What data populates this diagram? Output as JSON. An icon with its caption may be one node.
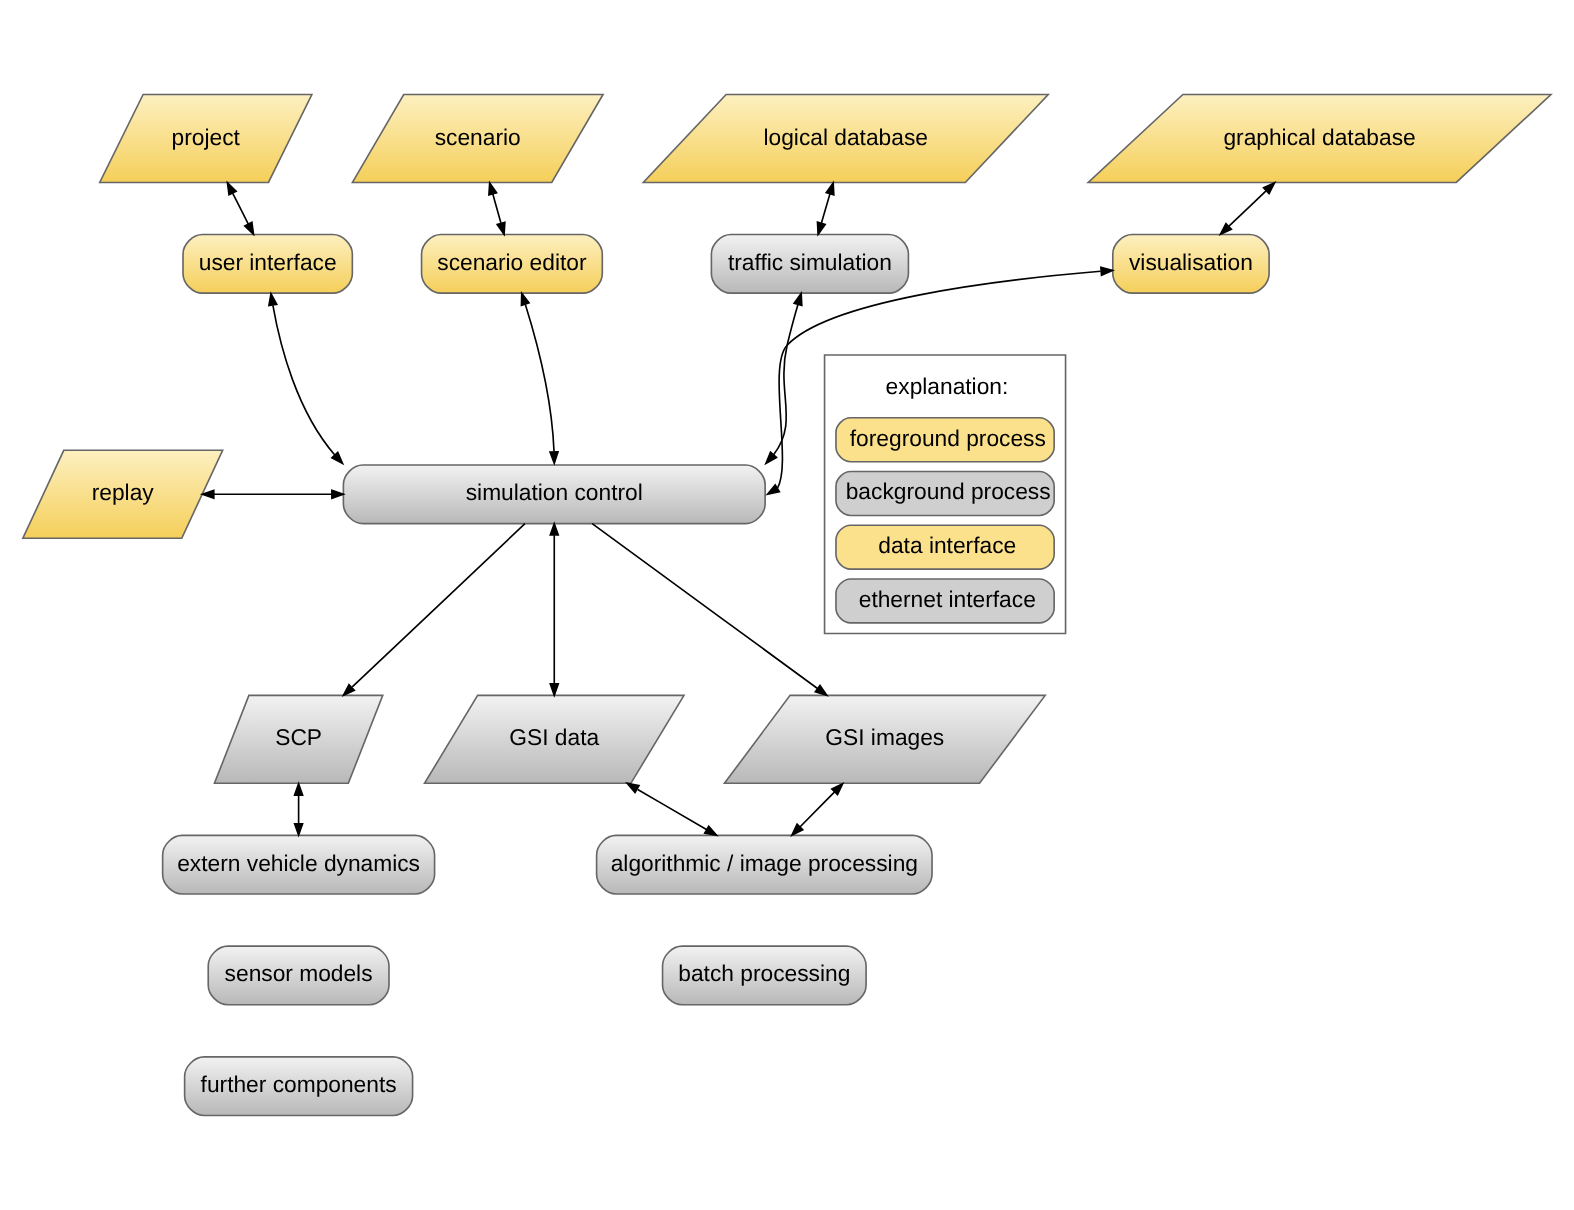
{
  "diagram": {
    "nodes": [
      {
        "text": [
          "project"
        ]
      },
      {
        "text": [
          "scenario"
        ]
      },
      {
        "text": [
          "logical database"
        ]
      },
      {
        "text": [
          "graphical database"
        ]
      },
      {
        "text": [
          "user interface"
        ]
      },
      {
        "text": [
          "scenario editor"
        ]
      },
      {
        "text": [
          "traffic simulation"
        ]
      },
      {
        "text": [
          "visualisation"
        ]
      },
      {
        "text": [
          "replay"
        ]
      },
      {
        "text": [
          "simulation control"
        ]
      },
      {
        "text": [
          "SCP"
        ]
      },
      {
        "text": [
          "GSI data"
        ]
      },
      {
        "text": [
          "GSI images"
        ]
      },
      {
        "text": [
          "extern vehicle dynamics"
        ]
      },
      {
        "text": [
          "algorithmic / image processing"
        ]
      },
      {
        "text": [
          "sensor models"
        ]
      },
      {
        "text": [
          "batch processing"
        ]
      },
      {
        "text": [
          "further components"
        ]
      }
    ],
    "edges": [
      {
        "from": 0,
        "to": 4,
        "arrow": "both"
      },
      {
        "from": 1,
        "to": 5,
        "arrow": "both"
      },
      {
        "from": 2,
        "to": 6,
        "arrow": "both"
      },
      {
        "from": 3,
        "to": 7,
        "arrow": "both"
      },
      {
        "from": 4,
        "to": 9,
        "arrow": "both"
      },
      {
        "from": 5,
        "to": 9,
        "arrow": "both"
      },
      {
        "from": 6,
        "to": 9,
        "arrow": "both"
      },
      {
        "from": 7,
        "to": 9,
        "arrow": "both"
      },
      {
        "from": 8,
        "to": 9,
        "arrow": "both"
      },
      {
        "from": 9,
        "to": 10,
        "arrow": "to"
      },
      {
        "from": 9,
        "to": 11,
        "arrow": "both"
      },
      {
        "from": 9,
        "to": 12,
        "arrow": "to"
      },
      {
        "from": 10,
        "to": 13,
        "arrow": "both"
      },
      {
        "from": 11,
        "to": 14,
        "arrow": "both"
      },
      {
        "from": 12,
        "to": 14,
        "arrow": "both"
      }
    ],
    "labels": [
      "explanation:"
    ],
    "legend": [
      {
        "text": "foreground process",
        "color": "#fbe18c"
      },
      {
        "text": "background process",
        "color": "#cfcfcf"
      },
      {
        "text": "data interface",
        "color": "#fbe18c"
      },
      {
        "text": "ethernet interface",
        "color": "#cfcfcf"
      }
    ]
  }
}
